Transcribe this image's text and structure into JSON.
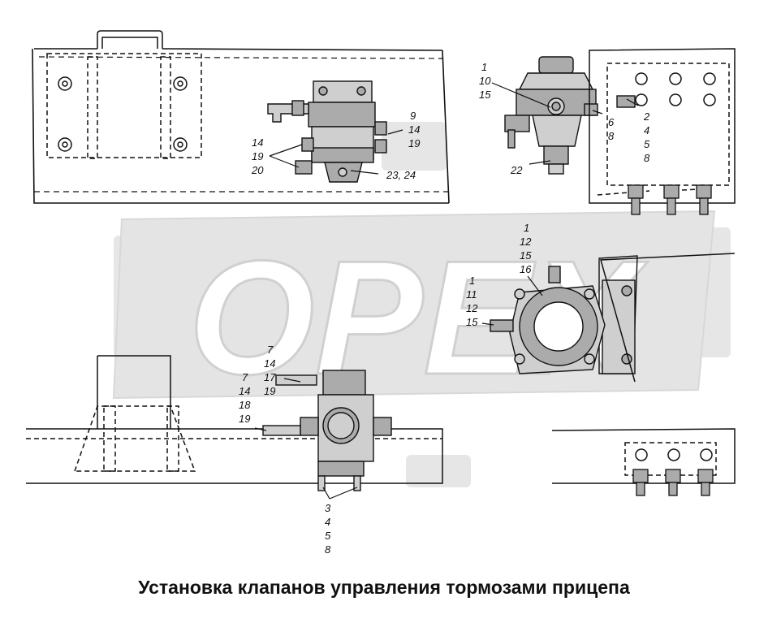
{
  "watermark": {
    "text": "OPEX"
  },
  "colors": {
    "line": "#111111",
    "part_fill": "#ababab",
    "part_light": "#cfcfcf",
    "watermark": "#e4e4e4",
    "background": "#ffffff"
  },
  "callouts": {
    "a1": "9",
    "a2": "14",
    "a3": "19",
    "b1": "14",
    "b2": "19",
    "b3": "20",
    "c1": "23, 24",
    "d1": "1",
    "d2": "10",
    "d3": "15",
    "e1": "2",
    "e2": "4",
    "e3": "5",
    "e4": "8",
    "f1": "6",
    "f2": "8",
    "g1": "22",
    "h1": "1",
    "h2": "12",
    "h3": "15",
    "h4": "16",
    "i1": "1",
    "i2": "11",
    "i3": "12",
    "i4": "15",
    "j1": "7",
    "j2": "14",
    "j3": "17",
    "j4": "19",
    "k1": "7",
    "k2": "14",
    "k3": "18",
    "k4": "19",
    "l1": "3",
    "l2": "4",
    "l3": "5",
    "l4": "8"
  },
  "caption": "Установка клапанов управления тормозами прицепа"
}
